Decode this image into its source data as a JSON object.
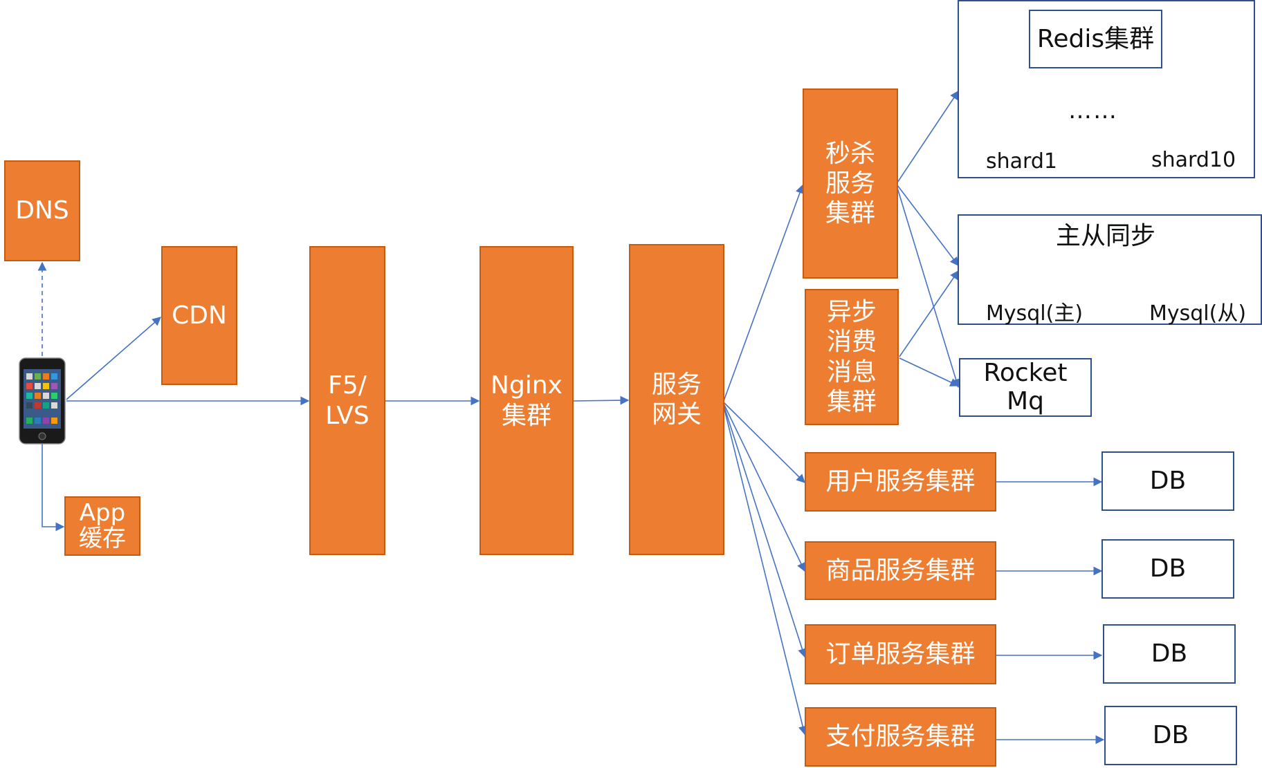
{
  "colors": {
    "node_fill": "#ED7D31",
    "node_border": "#C55A11",
    "box_border": "#2F4E8E",
    "arrow": "#4472C4",
    "cylinder": "#E0401C"
  },
  "icons": {
    "client": "phone-icon",
    "cache": "database-cylinder-icon",
    "server": "server-tower-icon"
  },
  "nodes": {
    "dns": "DNS",
    "cdn": "CDN",
    "app_cache": "App\n缓存",
    "f5": "F5/\nLVS",
    "nginx": "Nginx\n集群",
    "gateway": "服务\n网关",
    "seckill": "秒杀\n服务\n集群",
    "async_consumer": "异步\n消费\n消息\n集群",
    "user_service": "用户服务集群",
    "product_service": "商品服务集群",
    "order_service": "订单服务集群",
    "pay_service": "支付服务集群",
    "rocketmq": "Rocket\nMq",
    "db_user": "DB",
    "db_product": "DB",
    "db_order": "DB",
    "db_pay": "DB"
  },
  "redis": {
    "title": "Redis集群",
    "shard_first": "shard1",
    "shard_last": "shard10",
    "ellipsis": "……"
  },
  "mysql": {
    "title": "主从同步",
    "master": "Mysql(主)",
    "slave": "Mysql(从)"
  }
}
